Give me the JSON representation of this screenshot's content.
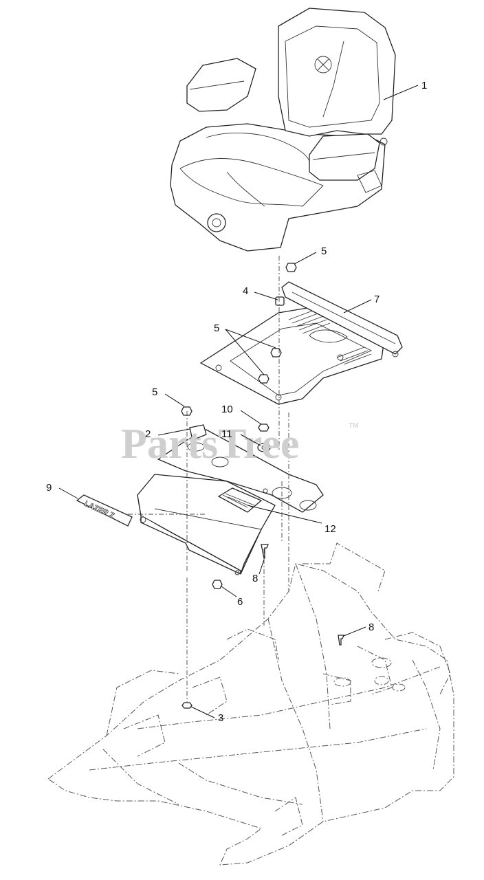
{
  "watermark": {
    "text": "PartsTree",
    "trademark": "TM"
  },
  "callouts": [
    {
      "id": "callout-1",
      "label": "1"
    },
    {
      "id": "callout-5a",
      "label": "5"
    },
    {
      "id": "callout-4",
      "label": "4"
    },
    {
      "id": "callout-7",
      "label": "7"
    },
    {
      "id": "callout-5b",
      "label": "5"
    },
    {
      "id": "callout-5c",
      "label": "5"
    },
    {
      "id": "callout-10",
      "label": "10"
    },
    {
      "id": "callout-2",
      "label": "2"
    },
    {
      "id": "callout-11",
      "label": "11"
    },
    {
      "id": "callout-9",
      "label": "9"
    },
    {
      "id": "callout-12",
      "label": "12"
    },
    {
      "id": "callout-8a",
      "label": "8"
    },
    {
      "id": "callout-6",
      "label": "6"
    },
    {
      "id": "callout-8b",
      "label": "8"
    },
    {
      "id": "callout-3",
      "label": "3"
    }
  ],
  "decal_text": "LAZER Z"
}
